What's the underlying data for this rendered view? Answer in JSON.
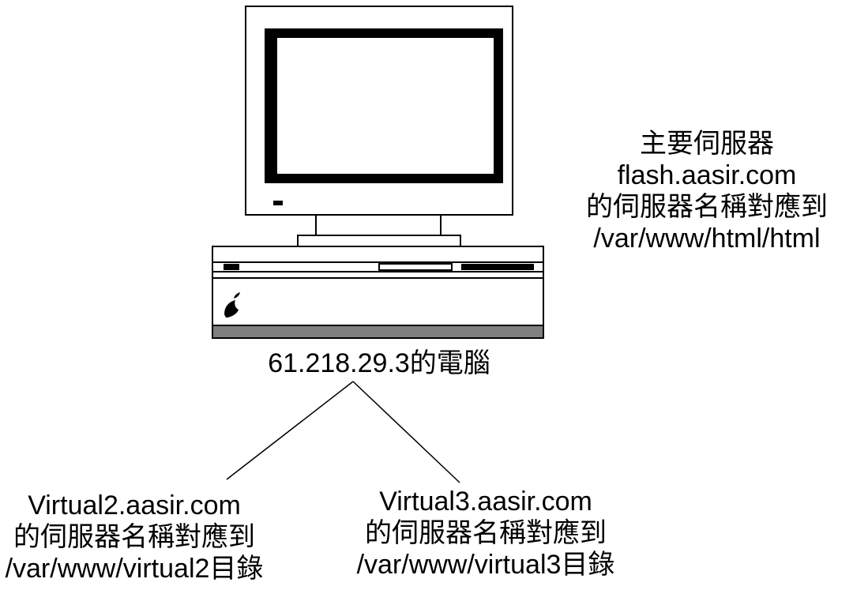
{
  "main_server": {
    "title": "主要伺服器",
    "hostname": "flash.aasir.com",
    "mapping": "的伺服器名稱對應到",
    "path": "/var/www/html/html"
  },
  "computer": {
    "label": "61.218.29.3的電腦"
  },
  "virtual_hosts": [
    {
      "hostname": "Virtual2.aasir.com",
      "mapping": "的伺服器名稱對應到",
      "path": "/var/www/virtual2目錄"
    },
    {
      "hostname": "Virtual3.aasir.com",
      "mapping": "的伺服器名稱對應到",
      "path": "/var/www/virtual3目錄"
    }
  ],
  "colors": {
    "stroke": "#000000",
    "fill": "#ffffff",
    "base_gray": "#808080"
  }
}
